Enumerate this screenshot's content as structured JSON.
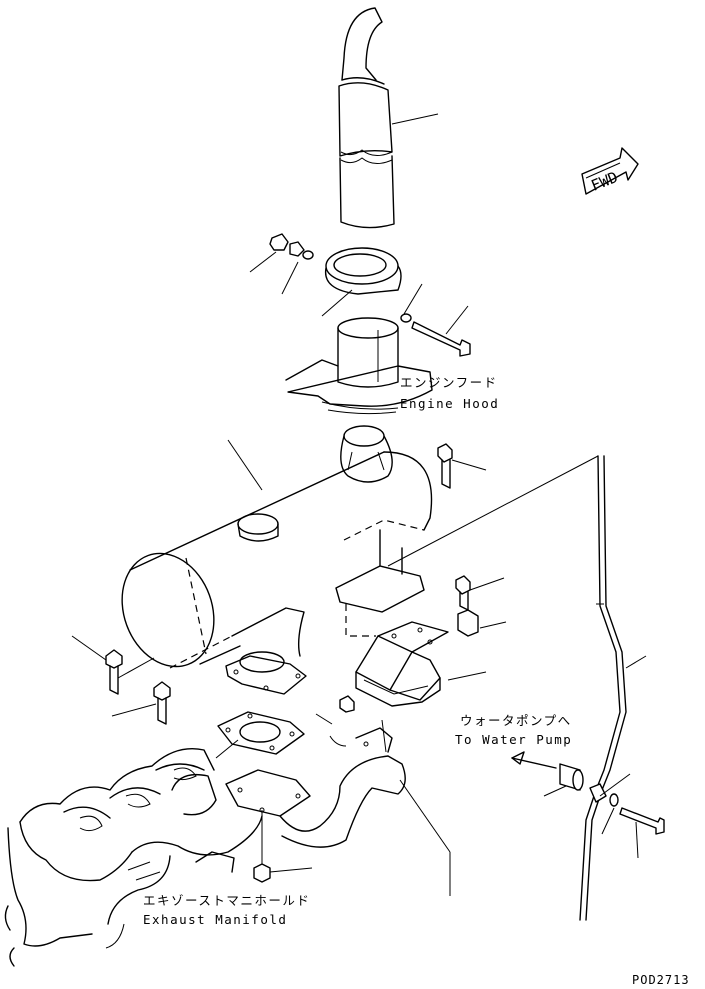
{
  "labels": {
    "engine_hood_jp": "エンジンフード",
    "engine_hood_en": "Engine Hood",
    "water_pump_jp": "ウォータポンプへ",
    "water_pump_en": "To Water Pump",
    "exhaust_manifold_jp": "エキゾーストマニホールド",
    "exhaust_manifold_en": "Exhaust Manifold",
    "fwd": "FWD",
    "drawing_number": "POD2713"
  }
}
